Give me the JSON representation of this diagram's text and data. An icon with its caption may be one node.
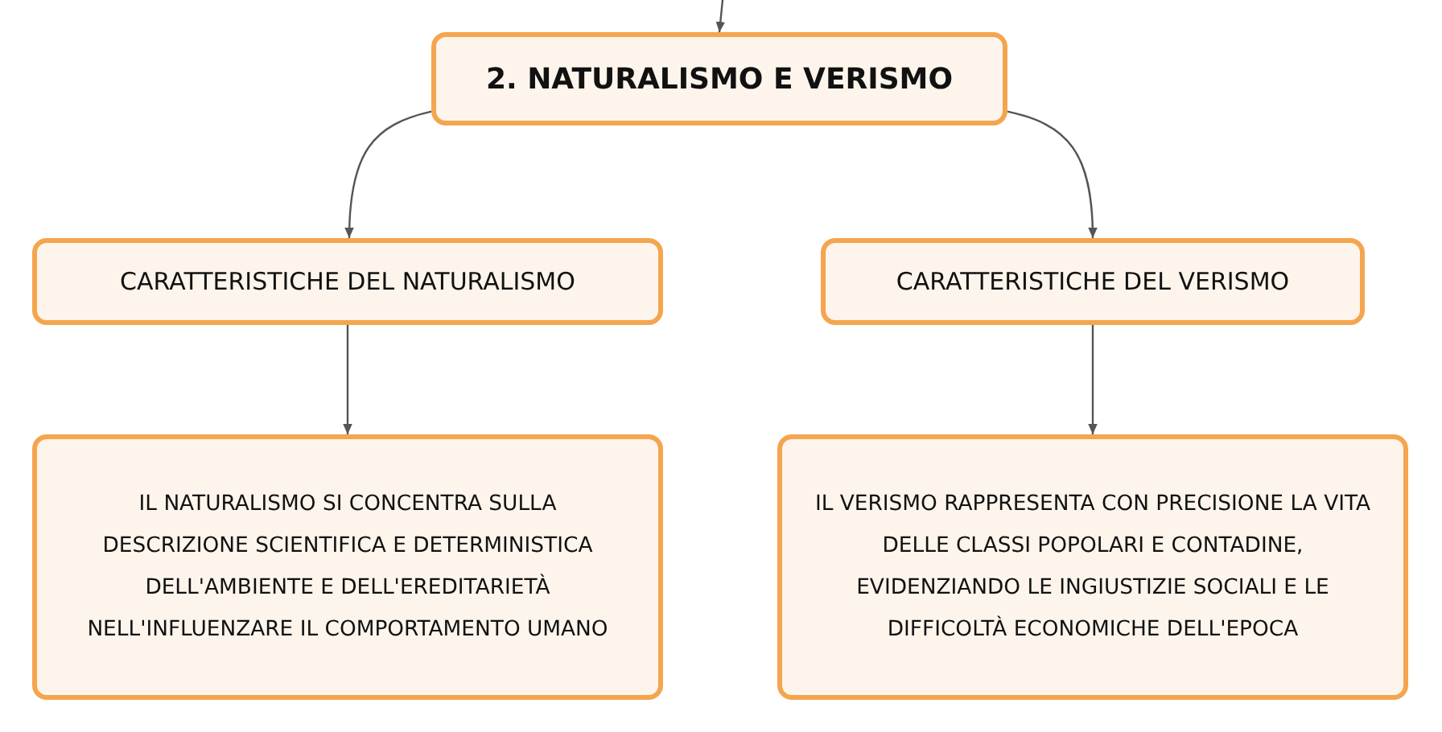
{
  "diagram": {
    "nodes": [
      {
        "text": [
          "2. NATURALISMO E VERISMO"
        ]
      },
      {
        "text": [
          "CARATTERISTICHE DEL NATURALISMO"
        ]
      },
      {
        "text": [
          "CARATTERISTICHE DEL VERISMO"
        ]
      },
      {
        "text": [
          "IL NATURALISMO SI CONCENTRA SULLA DESCRIZIONE SCIENTIFICA E DETERMINISTICA DELL'AMBIENTE E DELL'EREDITARIETÀ NELL'INFLUENZARE IL COMPORTAMENTO UMANO"
        ]
      },
      {
        "text": [
          "IL VERISMO RAPPRESENTA CON PRECISIONE LA VITA DELLE CLASSI POPOLARI E CONTADINE, EVIDENZIANDO LE INGIUSTIZIE SOCIALI E LE DIFFICOLTÀ ECONOMICHE DELL'EPOCA"
        ]
      }
    ],
    "edges": [
      {
        "from": null,
        "to": 0,
        "arrow": "to"
      },
      {
        "from": 0,
        "to": 1,
        "arrow": "to"
      },
      {
        "from": 0,
        "to": 2,
        "arrow": "to"
      },
      {
        "from": 1,
        "to": 3,
        "arrow": "to"
      },
      {
        "from": 2,
        "to": 4,
        "arrow": "to"
      }
    ]
  }
}
